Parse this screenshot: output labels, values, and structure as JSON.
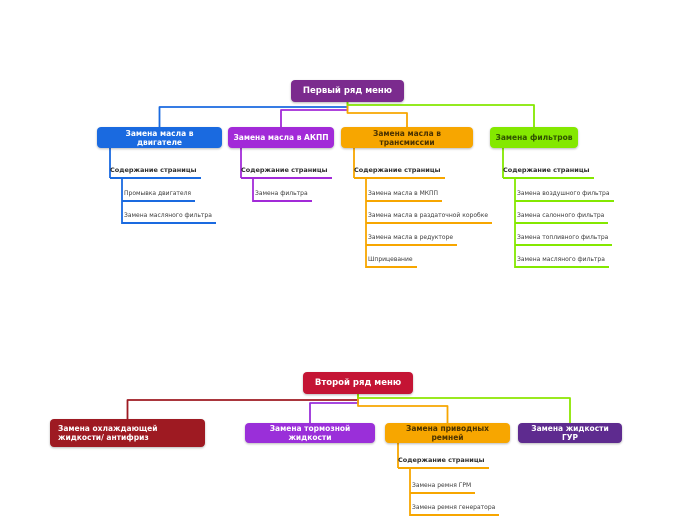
{
  "canvas_background": "#ffffff",
  "row1": {
    "root": {
      "label": "Первый ряд меню",
      "bg": "#7b2b8e",
      "fg": "#ffffff"
    },
    "branches": [
      {
        "label": "Замена масла в двигателе",
        "bg": "#1a6ae0",
        "fg": "#ffffff",
        "line": "#1a6ae0",
        "section": "Содержание страницы",
        "children": [
          "Промывка двигателя",
          "Замена масляного фильтра"
        ]
      },
      {
        "label": "Замена масла в АКПП",
        "bg": "#a22ad8",
        "fg": "#ffffff",
        "line": "#a22ad8",
        "section": "Содержание страницы",
        "children": [
          "Замена фильтра"
        ]
      },
      {
        "label": "Замена масла в трансмиссии",
        "bg": "#f7a600",
        "fg": "#4a3200",
        "line": "#f7a600",
        "section": "Содержание страницы",
        "children": [
          "Замена масла в МКПП",
          "Замена масла в раздаточной коробке",
          "Замена масла в редукторе",
          "Шприцевание"
        ]
      },
      {
        "label": "Замена фильтров",
        "bg": "#84e800",
        "fg": "#2f5200",
        "line": "#84e800",
        "section": "Содержание страницы",
        "children": [
          "Замена воздушного фильтра",
          "Замена салонного фильтра",
          "Замена топливного фильтра",
          "Замена масляного фильтра"
        ]
      }
    ]
  },
  "row2": {
    "root": {
      "label": "Второй ряд меню",
      "bg": "#c41434",
      "fg": "#ffffff"
    },
    "branches": [
      {
        "label": "Замена охлаждающей жидкости/ антифриз",
        "bg": "#9e1a22",
        "fg": "#ffffff",
        "line": "#9e1a22",
        "children": []
      },
      {
        "label": "Замена тормозной жидкости",
        "bg": "#9a2fd9",
        "fg": "#ffffff",
        "line": "#9a2fd9",
        "children": []
      },
      {
        "label": "Замена приводных ремней",
        "bg": "#f7a600",
        "fg": "#4a3200",
        "line": "#f7a600",
        "section": "Содержание страницы",
        "children": [
          "Замена ремня ГРМ",
          "Замена ремня генератора"
        ]
      },
      {
        "label": "Замена жидкости ГУР",
        "bg": "#5e2b8f",
        "fg": "#ffffff",
        "line": "#8ce600",
        "children": []
      }
    ]
  }
}
